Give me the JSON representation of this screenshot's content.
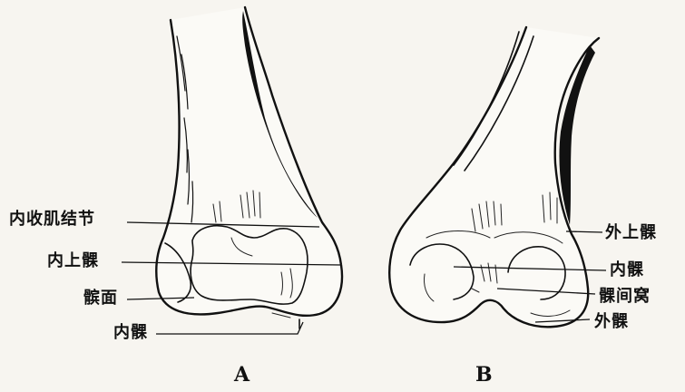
{
  "figure": {
    "panels": [
      "A",
      "B"
    ],
    "labels_a": {
      "adductor_tubercle": "内收肌结节",
      "medial_epicondyle": "内上髁",
      "patellar_surface": "髌面",
      "medial_condyle": "内髁"
    },
    "labels_b": {
      "lateral_epicondyle": "外上髁",
      "medial_condyle": "内髁",
      "intercondylar_fossa": "髁间窝",
      "lateral_condyle": "外髁"
    },
    "ink_color": "#111111",
    "paper_color": "#f7f5f0"
  }
}
